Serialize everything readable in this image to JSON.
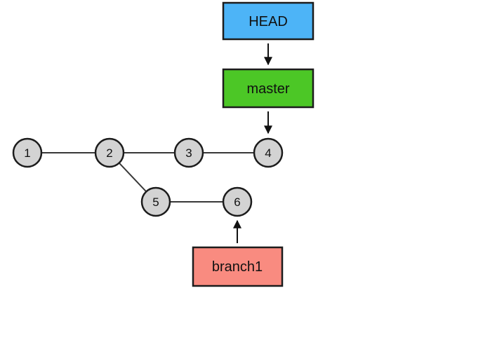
{
  "diagram": {
    "background": "#ffffff",
    "refs": {
      "head": {
        "label": "HEAD",
        "color": "#4db4f7"
      },
      "master": {
        "label": "master",
        "color": "#4cc726"
      },
      "branch1": {
        "label": "branch1",
        "color": "#f98b80"
      }
    },
    "nodes": [
      "1",
      "2",
      "3",
      "4",
      "5",
      "6"
    ],
    "node_color": "#d3d3d3",
    "edges": [
      "1-2",
      "2-3",
      "3-4",
      "2-5",
      "5-6"
    ],
    "arrows": [
      "HEAD-to-master",
      "master-to-4",
      "branch1-to-6"
    ]
  }
}
